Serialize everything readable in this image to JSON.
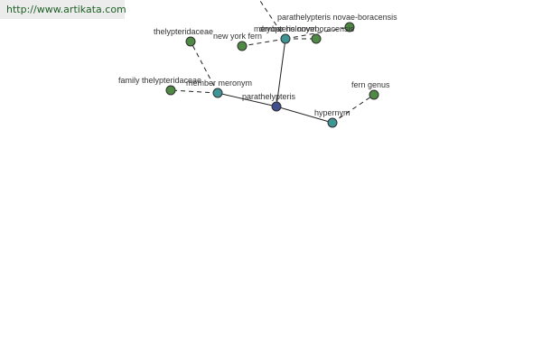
{
  "source_url": "http://www.artikata.com",
  "colors": {
    "center": "#414f8c",
    "relation": "#3f9496",
    "term": "#4f8a45",
    "banner_text": "#1c5f24"
  },
  "center": {
    "label": "parathelypteris"
  },
  "relations": {
    "member_meronym": "member meronym",
    "member_holonym": "member holonym",
    "hypernym": "hypernym"
  },
  "terms": {
    "thelypteridaceae": "thelypteridaceae",
    "family_thelypteridaceae": "family thelypteridaceae",
    "new_york_fern": "new york fern",
    "dryopteris_noveboracensis": "dryopteris noveboracensis",
    "parathelypteris_novae_boracensis": "parathelypteris novae-boracensis",
    "fern_genus": "fern genus"
  }
}
